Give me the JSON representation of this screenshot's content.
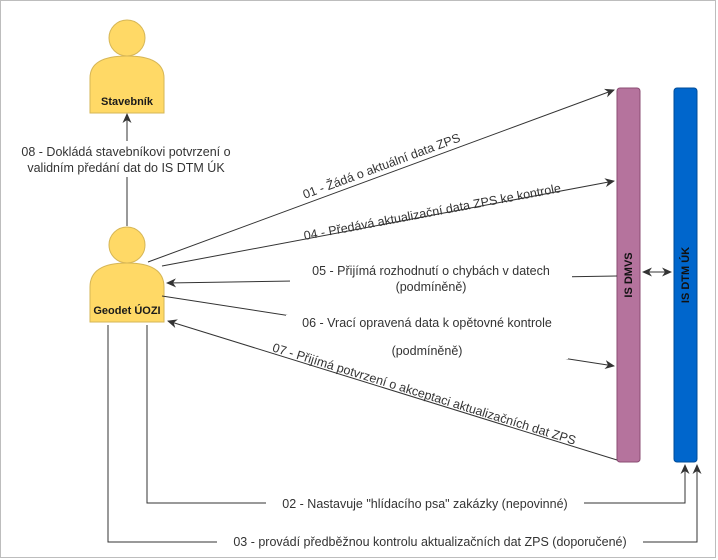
{
  "actors": {
    "stavebnik": "Stavebník",
    "geodet": "Geodet ÚOZI"
  },
  "systems": {
    "dmvs": "IS DMVS",
    "dtm": "IS DTM ÚK"
  },
  "colors": {
    "actor_fill": "#FFD966",
    "actor_stroke": "#D6B656",
    "dmvs_fill": "#B5739D",
    "dtm_fill": "#0066CC",
    "line": "#333333"
  },
  "messages": {
    "m08_line1": "08 - Dokládá stavebníkovi potvrzení o",
    "m08_line2": "validním předání dat do IS DTM ÚK",
    "m01": "01 - Žádá o aktuální data ZPS",
    "m04": "04 - Předává aktualizační data ZPS ke kontrole",
    "m05_line1": "05 - Přijímá rozhodnutí o chybách v datech",
    "m05_line2": "(podmíněně)",
    "m06_line1": "06 - Vrací opravená data k opětovné kontrole",
    "m06_line2": "(podmíněně)",
    "m07": "07 - Přijímá potvrzení o akceptaci aktualizačních dat ZPS",
    "m02": "02 - Nastavuje \"hlídacího psa\" zakázky (nepovinné)",
    "m03": "03 - provádí předběžnou kontrolu aktualizačních dat ZPS (doporučené)"
  }
}
